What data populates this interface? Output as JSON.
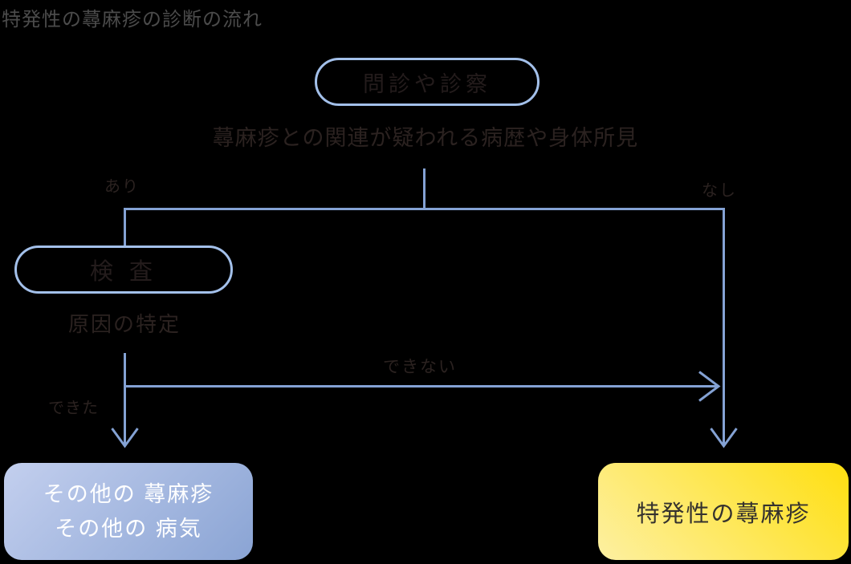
{
  "diagram": {
    "title": "特発性の蕁麻疹の診断の流れ",
    "nodes": {
      "interview": "問診や診察",
      "findings": "蕁麻疹との関連が疑われる病歴や身体所見",
      "test": "検 査",
      "identify": "原因の特定",
      "other": {
        "line1": "その他の 蕁麻疹",
        "line2": "その他の 病気"
      },
      "idiopathic": "特発性の蕁麻疹"
    },
    "branch_labels": {
      "history_yes": "あり",
      "history_no": "なし",
      "identified_yes": "できた",
      "identified_no": "できない"
    },
    "colors": {
      "background": "#000000",
      "line": "#84a2d4",
      "pill_border": "#a3c0ea",
      "title_gray": "#4b4b4b",
      "text_dark": "#2b2220",
      "node_text": "#241c1c",
      "other_box_light": "#c3cfee",
      "other_box_dark": "#8aa4d4",
      "other_box_text": "#ffffff",
      "idiopathic_top": "#ffdf10",
      "idiopathic_bottom": "#fdf0a2",
      "idiopathic_text": "#35322e"
    }
  }
}
